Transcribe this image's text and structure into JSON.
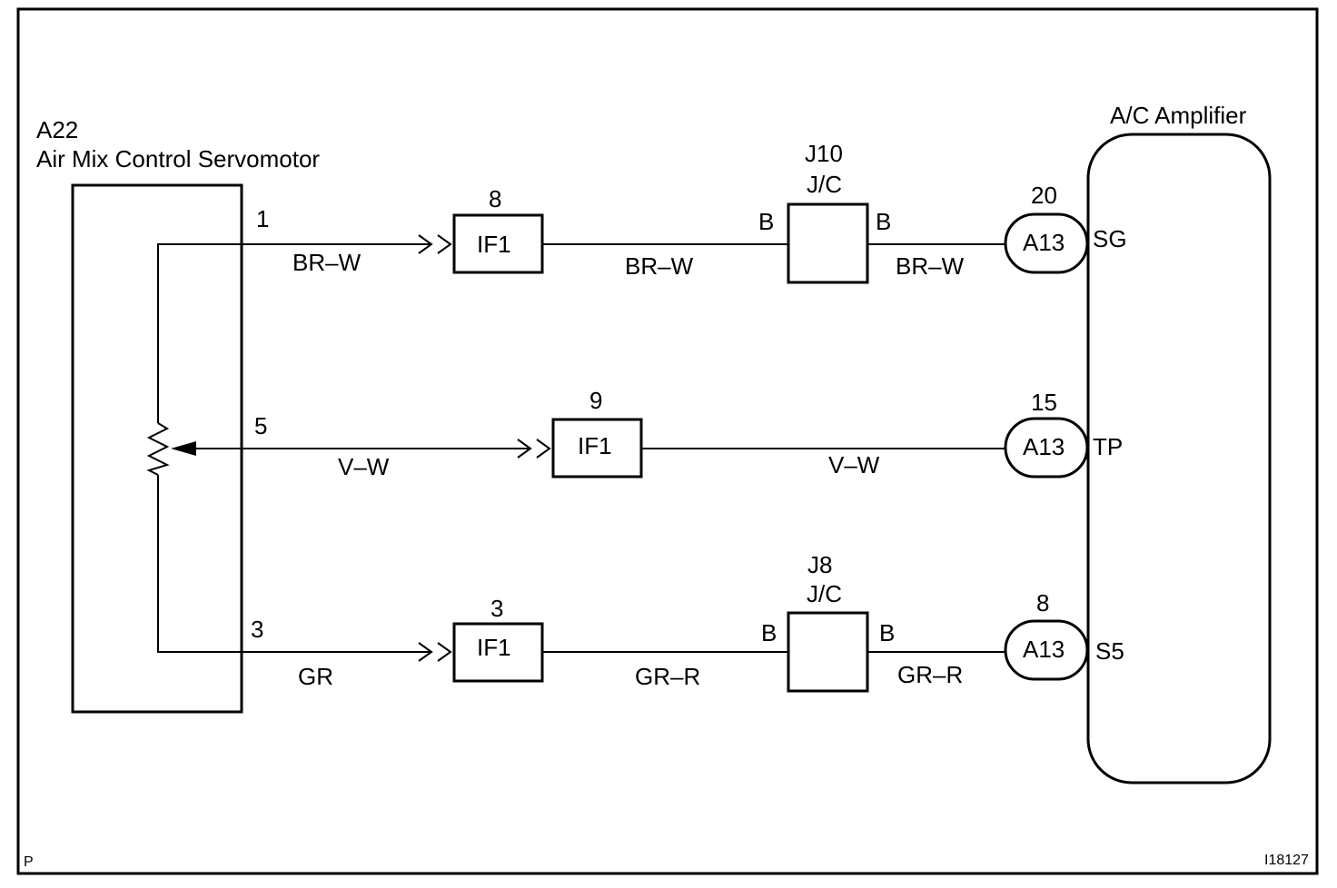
{
  "footer": {
    "left_mark": "P",
    "figure_id": "I18127"
  },
  "servomotor": {
    "code": "A22",
    "name": "Air Mix Control Servomotor",
    "pins": [
      "1",
      "5",
      "3"
    ]
  },
  "amplifier": {
    "name": "A/C Amplifier",
    "connector": "A13",
    "terminals": [
      {
        "pin": "20",
        "name": "SG"
      },
      {
        "pin": "15",
        "name": "TP"
      },
      {
        "pin": "8",
        "name": "S5"
      }
    ]
  },
  "connector_if1": {
    "label": "IF1",
    "pins": [
      "8",
      "9",
      "3"
    ]
  },
  "junctions": [
    {
      "id": "J10",
      "type": "J/C",
      "left": "B",
      "right": "B"
    },
    {
      "id": "J8",
      "type": "J/C",
      "left": "B",
      "right": "B"
    }
  ],
  "wires": [
    {
      "segments": [
        "BR–W",
        "BR–W",
        "BR–W"
      ]
    },
    {
      "segments": [
        "V–W",
        "V–W"
      ]
    },
    {
      "segments": [
        "GR",
        "GR–R",
        "GR–R"
      ]
    }
  ]
}
